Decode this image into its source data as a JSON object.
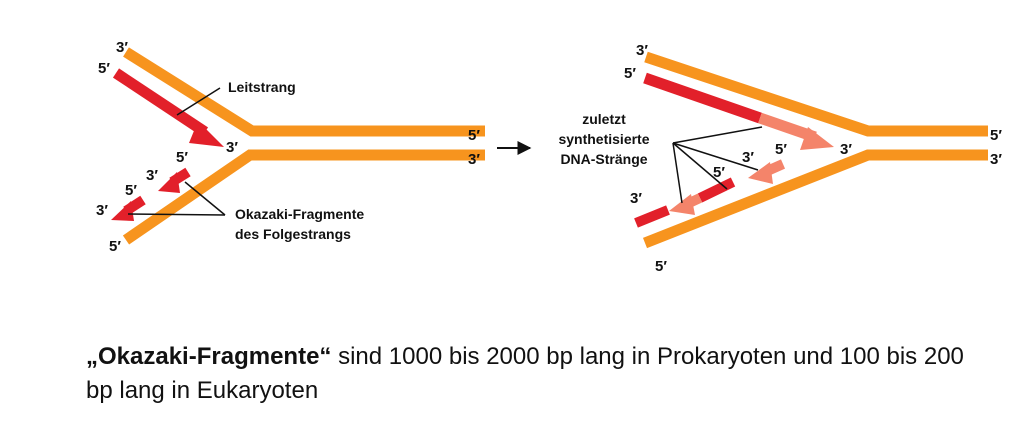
{
  "colors": {
    "parent_strand": "#F7941E",
    "new_strand": "#E2202A",
    "last_synthesized": "#F4846A",
    "text": "#111111"
  },
  "left_fork": {
    "top_3": "3′",
    "top_5": "5′",
    "leading_label": "Leitstrang",
    "fork_3": "3′",
    "right_5": "5′",
    "right_3": "3′",
    "frag1_5": "5′",
    "frag1_3": "3′",
    "frag2_5": "5′",
    "frag2_3": "3′",
    "bottom_5": "5′",
    "okazaki_label_line1": "Okazaki-Fragmente",
    "okazaki_label_line2": "des Folgestrangs"
  },
  "right_fork": {
    "top_3": "3′",
    "top_5": "5′",
    "label_line1": "zuletzt",
    "label_line2": "synthetisierte",
    "label_line3": "DNA-Stränge",
    "fork_3": "3′",
    "right_5": "5′",
    "right_3": "3′",
    "frag_3": "3′",
    "frag_5a": "5′",
    "frag_5b": "5′",
    "lag_3": "3′",
    "bottom_5": "5′"
  },
  "caption": {
    "bold": "„Okazaki-Fragmente“",
    "rest": " sind 1000 bis 2000 bp lang in Prokaryoten und 100 bis 200 bp lang in Eukaryoten"
  }
}
